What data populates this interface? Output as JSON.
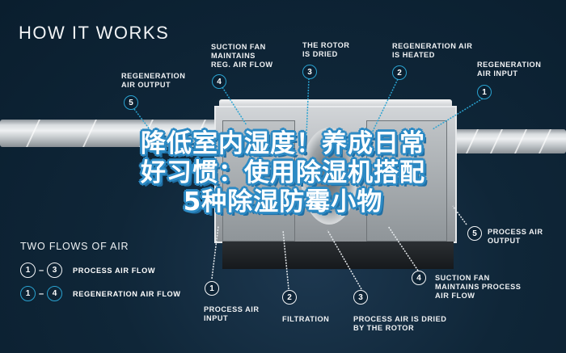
{
  "heading": "HOW IT WORKS",
  "overlay_title": {
    "line1": "降低室内湿度！养成日常",
    "line2": "好习惯：使用除湿机搭配",
    "line3": "5种除湿防霉小物"
  },
  "colors": {
    "background": "#0f2638",
    "accent_blue": "#2aa3d1",
    "title_outline": "#2d8ac4",
    "text": "#f0f2f4"
  },
  "top_callouts": [
    {
      "number": "5",
      "label": "REGENERATION\nAIR OUTPUT",
      "flow": "regeneration"
    },
    {
      "number": "4",
      "label": "SUCTION FAN\nMAINTAINS\nREG. AIR FLOW",
      "flow": "regeneration"
    },
    {
      "number": "3",
      "label": "THE ROTOR\nIS DRIED",
      "flow": "regeneration"
    },
    {
      "number": "2",
      "label": "REGENERATION AIR\nIS HEATED",
      "flow": "regeneration"
    },
    {
      "number": "1",
      "label": "REGENERATION\nAIR INPUT",
      "flow": "regeneration"
    }
  ],
  "bottom_callouts": [
    {
      "number": "1",
      "label": "PROCESS AIR\nINPUT",
      "flow": "process"
    },
    {
      "number": "2",
      "label": "FILTRATION",
      "flow": "process"
    },
    {
      "number": "3",
      "label": "PROCESS AIR IS DRIED\nBY THE ROTOR",
      "flow": "process"
    },
    {
      "number": "4",
      "label": "SUCTION FAN\nMAINTAINS PROCESS\nAIR FLOW",
      "flow": "process"
    },
    {
      "number": "5",
      "label": "PROCESS AIR\nOUTPUT",
      "flow": "process"
    }
  ],
  "legend": {
    "title": "TWO FLOWS OF AIR",
    "rows": [
      {
        "from": "1",
        "to": "3",
        "dash": "–",
        "label": "PROCESS AIR FLOW",
        "style": "white"
      },
      {
        "from": "1",
        "to": "4",
        "dash": "–",
        "label": "REGENERATION AIR FLOW",
        "style": "blue"
      }
    ]
  }
}
